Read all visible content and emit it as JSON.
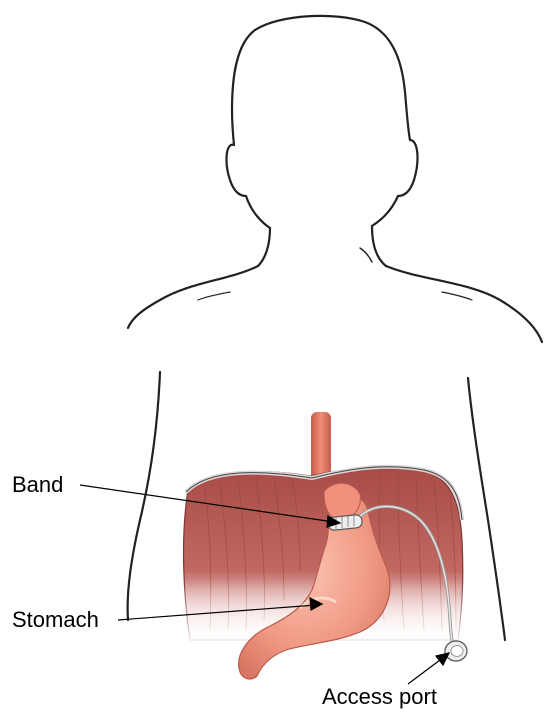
{
  "labels": {
    "band": "Band",
    "stomach": "Stomach",
    "access_port": "Access port"
  },
  "colors": {
    "outline": "#222222",
    "diaphragm": "#b85a55",
    "diaphragm_dark": "#8e3f3c",
    "stomach": "#f0a08a",
    "stomach_dark": "#d87868",
    "esophagus": "#d9705f",
    "band": "#e8e8e8",
    "tube": "#bfbfbf"
  }
}
